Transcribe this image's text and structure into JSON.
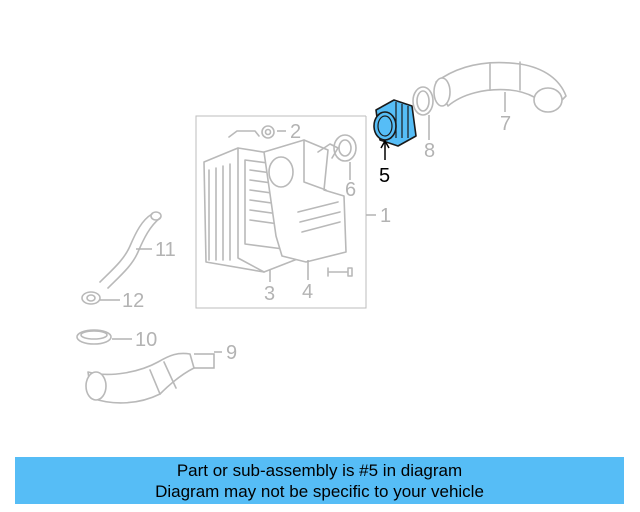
{
  "diagram": {
    "callouts": [
      "1",
      "2",
      "3",
      "4",
      "5",
      "6",
      "7",
      "8",
      "9",
      "10",
      "11",
      "12"
    ],
    "highlight_color": "#56bdf6"
  },
  "banner": {
    "line1": "Part or sub-assembly is #5 in diagram",
    "line2": "Diagram may not be specific to your vehicle",
    "background": "#56bdf6"
  }
}
